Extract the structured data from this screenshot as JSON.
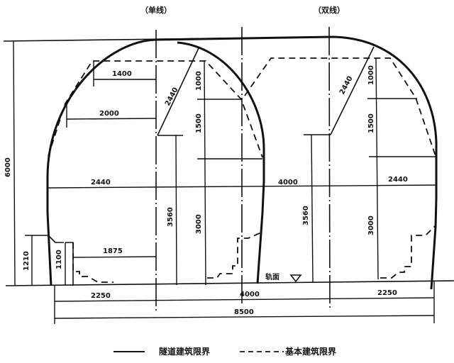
{
  "headers": {
    "single_track": "（单线）",
    "double_track": "（双线）"
  },
  "dimensions": {
    "total_height": "6000",
    "left_1400": "1400",
    "left_2000": "2000",
    "diag_left": "2440",
    "diag_right": "2440",
    "v_1000_left": "1000",
    "v_1500_left": "1500",
    "v_1000_right": "1000",
    "v_1500_right": "1500",
    "h_2440_left": "2440",
    "h_4000_mid": "4000",
    "h_2440_right": "2440",
    "v_3560_left": "3560",
    "v_3000_left": "3000",
    "v_3560_right": "3560",
    "v_3000_right": "3000",
    "h_1875": "1875",
    "v_1210": "1210",
    "v_1100": "1100",
    "bottom_2250_left": "2250",
    "bottom_4000": "4000",
    "bottom_2250_right": "2250",
    "bottom_total": "8500",
    "rail_top_label": "轨面"
  },
  "legend": {
    "solid_label": "隧道建筑限界",
    "dashed_label": "基本建筑限界"
  }
}
